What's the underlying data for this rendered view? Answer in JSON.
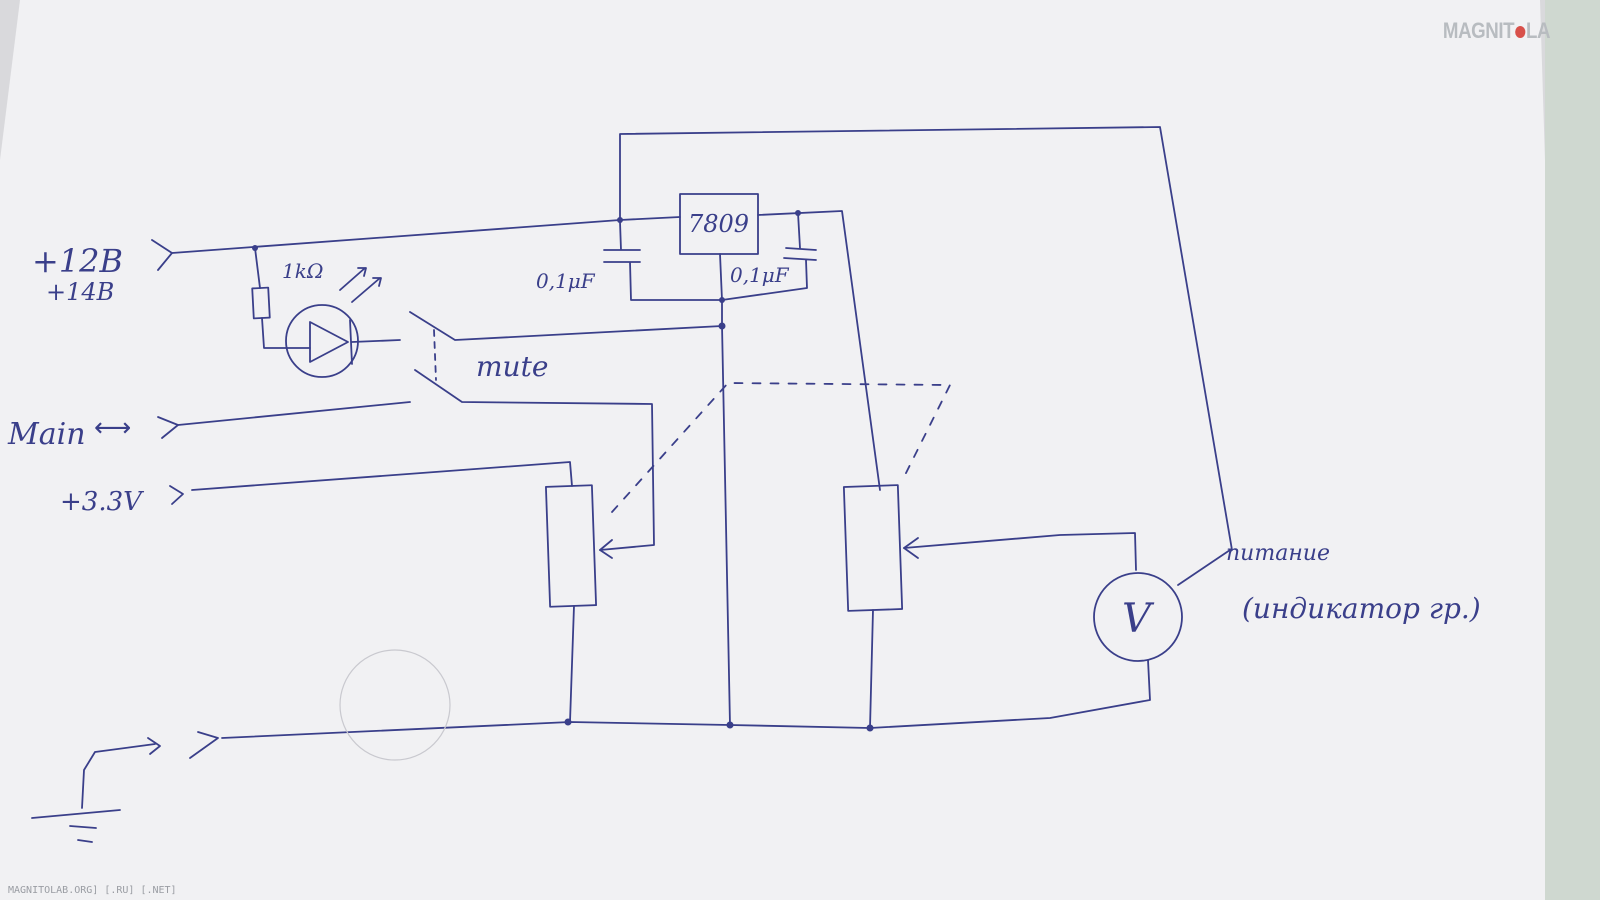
{
  "labels": {
    "input_12v": "+12В",
    "input_14v": "+14В",
    "input_main": "Main",
    "input_3v3": "+3.3V",
    "resistor": "1kΩ",
    "cap_left": "0,1μF",
    "cap_right": "0,1μF",
    "regulator": "7809",
    "mute": "mute",
    "power": "питание",
    "indicator": "(индикатор гр.)",
    "voltmeter": "V"
  },
  "watermark": {
    "logo_left": "MAGNIT",
    "logo_right": "LA",
    "footer": "MAGNITOLAB.ORG] [.RU] [.NET]"
  },
  "colors": {
    "ink": "#3a3f8a",
    "paper": "#f1f1f3",
    "logo_accent": "#d8504a"
  }
}
